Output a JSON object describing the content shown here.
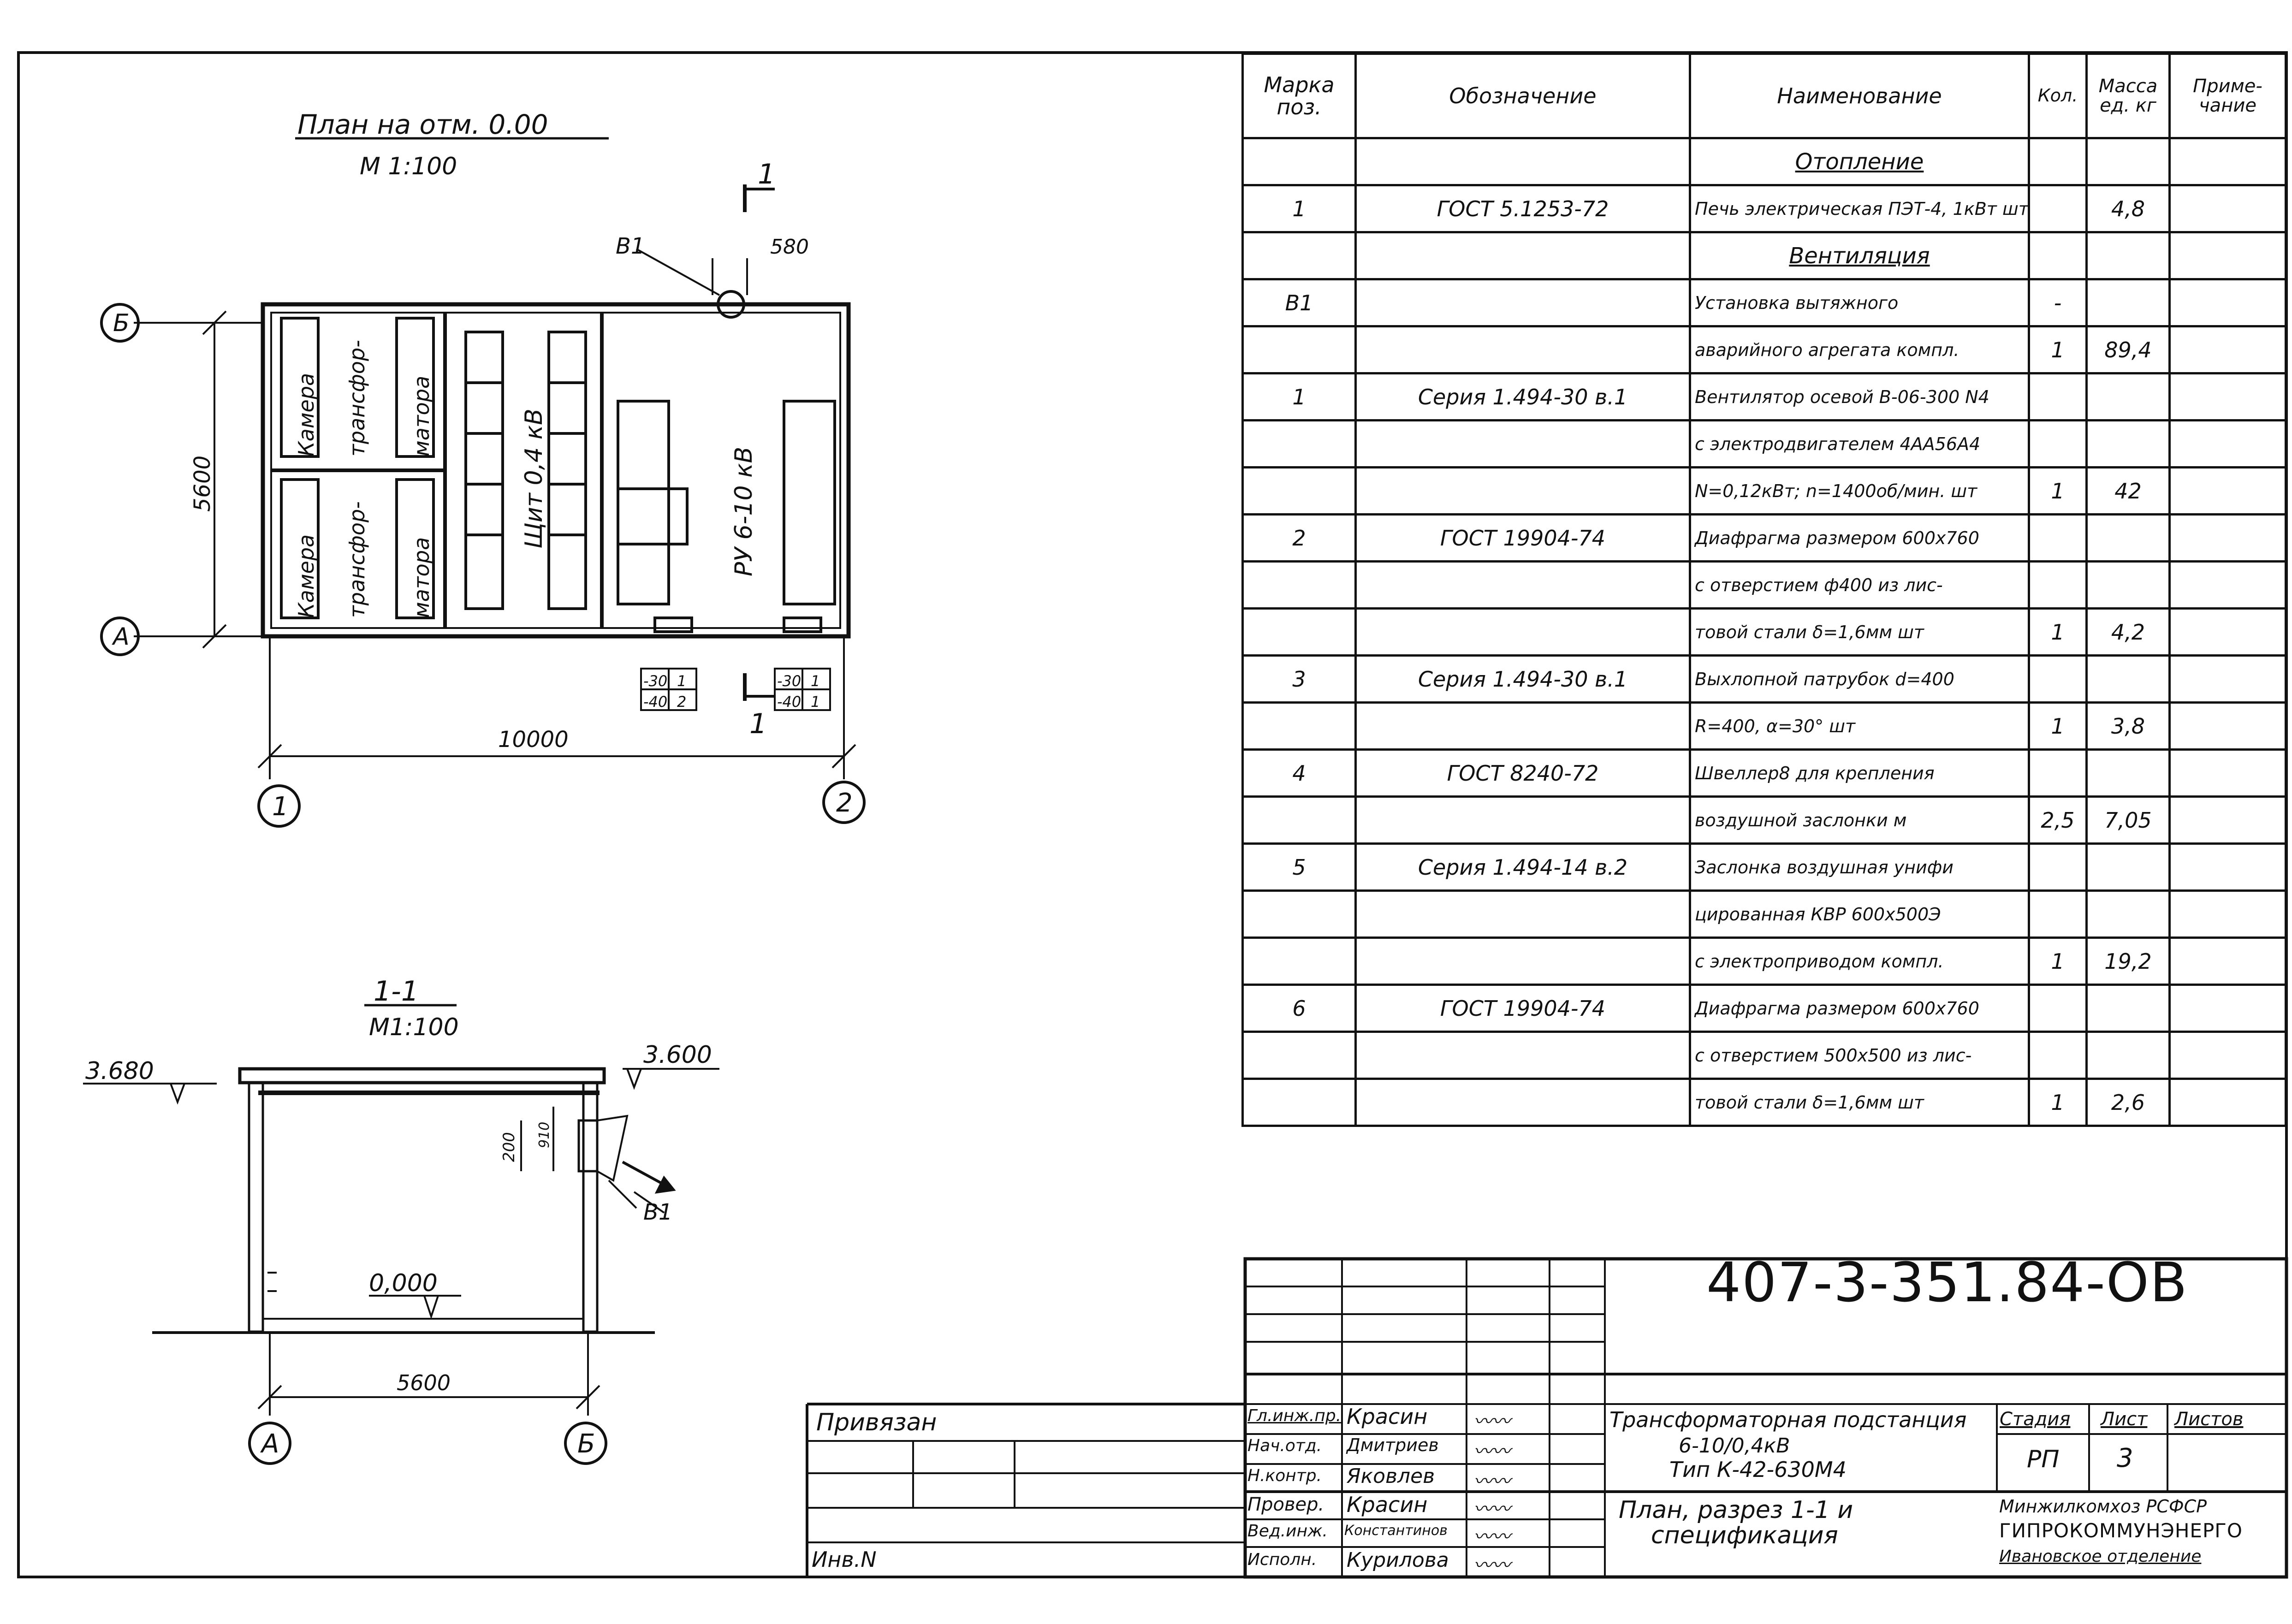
{
  "plan": {
    "title": "План на отм. 0.00",
    "scale": "М 1:100",
    "axis_b": "Б",
    "axis_a": "А",
    "axis_1": "1",
    "axis_2": "2",
    "dim_5600": "5600",
    "dim_10000": "10000",
    "dim_580": "580",
    "mark_b1": "B1",
    "section_mark": "1",
    "room_camera_1a": "Камера",
    "room_camera_1b": "трансфор-",
    "room_camera_1c": "матора",
    "room_camera_2a": "Камера",
    "room_camera_2b": "трансфор-",
    "room_camera_2c": "матора",
    "room_panel": "Щит 0,4 кВ",
    "room_ru": "РУ 6-10 кВ",
    "tag_30": "-30",
    "tag_40": "-40",
    "tag_1": "1",
    "tag_2": "2"
  },
  "section": {
    "title": "1-1",
    "scale": "М1:100",
    "level_left": "3.680",
    "level_right": "3.600",
    "level_floor": "0,000",
    "dim_200": "200",
    "dim_910": "910",
    "mark_b1": "B1",
    "dim_5600": "5600",
    "axis_a": "А",
    "axis_b": "Б"
  },
  "spec": {
    "headers": [
      "Марка поз.",
      "Обозначение",
      "Наименование",
      "Кол.",
      "Масса ед. кг",
      "Приме- чание"
    ],
    "rows": [
      {
        "pos": "",
        "des": "",
        "name": "Отопление",
        "qty": "",
        "mass": "",
        "note": "",
        "section": true
      },
      {
        "pos": "1",
        "des": "ГОСТ 5.1253-72",
        "name": "Печь электрическая ПЭТ-4, 1кВт шт",
        "qty": "",
        "mass": "4,8",
        "note": ""
      },
      {
        "pos": "",
        "des": "",
        "name": "Вентиляция",
        "qty": "",
        "mass": "",
        "note": "",
        "section": true
      },
      {
        "pos": "B1",
        "des": "",
        "name": "Установка вытяжного",
        "qty": "-",
        "mass": "",
        "note": ""
      },
      {
        "pos": "",
        "des": "",
        "name": "аварийного агрегата компл.",
        "qty": "1",
        "mass": "89,4",
        "note": ""
      },
      {
        "pos": "1",
        "des": "Серия 1.494-30 в.1",
        "name": "Вентилятор осевой В-06-300 N4",
        "qty": "",
        "mass": "",
        "note": ""
      },
      {
        "pos": "",
        "des": "",
        "name": "с электродвигателем 4АА56А4",
        "qty": "",
        "mass": "",
        "note": ""
      },
      {
        "pos": "",
        "des": "",
        "name": "N=0,12кВт; n=1400об/мин. шт",
        "qty": "1",
        "mass": "42",
        "note": ""
      },
      {
        "pos": "2",
        "des": "ГОСТ 19904-74",
        "name": "Диафрагма размером 600х760",
        "qty": "",
        "mass": "",
        "note": ""
      },
      {
        "pos": "",
        "des": "",
        "name": "с отверстием ф400 из лис-",
        "qty": "",
        "mass": "",
        "note": ""
      },
      {
        "pos": "",
        "des": "",
        "name": "товой стали δ=1,6мм шт",
        "qty": "1",
        "mass": "4,2",
        "note": ""
      },
      {
        "pos": "3",
        "des": "Серия 1.494-30 в.1",
        "name": "Выхлопной патрубок d=400",
        "qty": "",
        "mass": "",
        "note": ""
      },
      {
        "pos": "",
        "des": "",
        "name": "R=400, α=30° шт",
        "qty": "1",
        "mass": "3,8",
        "note": ""
      },
      {
        "pos": "4",
        "des": "ГОСТ 8240-72",
        "name": "Швеллер8 для крепления",
        "qty": "",
        "mass": "",
        "note": ""
      },
      {
        "pos": "",
        "des": "",
        "name": "воздушной заслонки м",
        "qty": "2,5",
        "mass": "7,05",
        "note": ""
      },
      {
        "pos": "5",
        "des": "Серия 1.494-14 в.2",
        "name": "Заслонка воздушная унифи",
        "qty": "",
        "mass": "",
        "note": ""
      },
      {
        "pos": "",
        "des": "",
        "name": "цированная КВР 600х500Э",
        "qty": "",
        "mass": "",
        "note": ""
      },
      {
        "pos": "",
        "des": "",
        "name": "с электроприводом компл.",
        "qty": "1",
        "mass": "19,2",
        "note": ""
      },
      {
        "pos": "6",
        "des": "ГОСТ 19904-74",
        "name": "Диафрагма размером 600х760",
        "qty": "",
        "mass": "",
        "note": ""
      },
      {
        "pos": "",
        "des": "",
        "name": "с отверстием 500х500 из лис-",
        "qty": "",
        "mass": "",
        "note": ""
      },
      {
        "pos": "",
        "des": "",
        "name": "товой стали δ=1,6мм шт",
        "qty": "1",
        "mass": "2,6",
        "note": ""
      }
    ]
  },
  "stamp": {
    "code": "407-3-351.84-ОВ",
    "privyazan": "Привязан",
    "inv": "Инв.N",
    "roles": [
      {
        "role": "Гл.инж.пр.",
        "name": "Красин"
      },
      {
        "role": "Нач.отд.",
        "name": "Дмитриев"
      },
      {
        "role": "Н.контр.",
        "name": "Яковлев"
      },
      {
        "role": "Провер.",
        "name": "Красин"
      },
      {
        "role": "Вед.инж.",
        "name": "Константинов"
      },
      {
        "role": "Исполн.",
        "name": "Курилова"
      }
    ],
    "project_line1": "Трансформаторная подстанция",
    "project_line2": "6-10/0,4кВ",
    "project_line3": "Тип К-42-630М4",
    "sheet_line1": "План, разрез 1-1 и",
    "sheet_line2": "спецификация",
    "stage_label": "Стадия",
    "sheet_label": "Лист",
    "sheets_label": "Листов",
    "stage": "РП",
    "sheet": "3",
    "org1": "Минжилкомхоз РСФСР",
    "org2": "ГИПРОКОММУНЭНЕРГО",
    "org3": "Ивановское отделение"
  }
}
